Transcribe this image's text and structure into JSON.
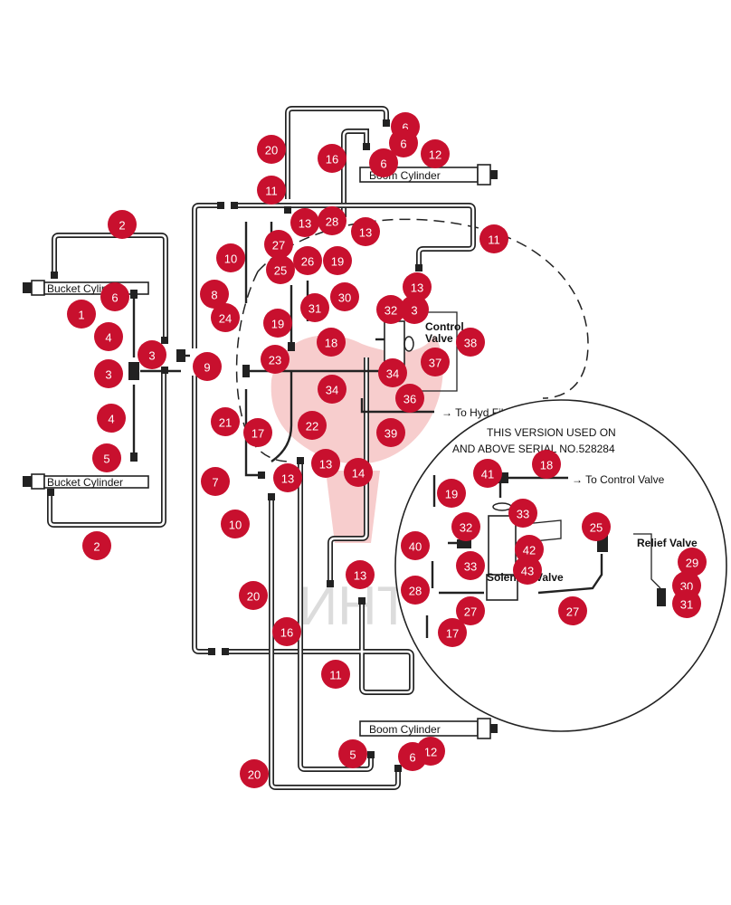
{
  "labels": {
    "boom_cylinder_top": "Boom Cylinder",
    "boom_cylinder_bottom": "Boom Cylinder",
    "bucket_cylinder_top": "Bucket Cylinder",
    "bucket_cylinder_bottom": "Bucket Cylinder",
    "control_valve_1": "Control",
    "control_valve_2": "Valve",
    "to_hyd_filter": "→ To Hyd.Filter",
    "version_note_1": "THIS VERSION USED ON",
    "version_note_2": "AND ABOVE SERIAL NO.528284",
    "to_control_valve": "→ To Control Valve",
    "relief_valve": "Relief Valve",
    "solenoid_valve": "Solenoid Valve"
  },
  "watermark": {
    "text": "ИНТЕХ"
  },
  "callouts": [
    {
      "n": "20"
    },
    {
      "n": "16"
    },
    {
      "n": "6"
    },
    {
      "n": "6"
    },
    {
      "n": "6"
    },
    {
      "n": "12"
    },
    {
      "n": "11"
    },
    {
      "n": "13"
    },
    {
      "n": "28"
    },
    {
      "n": "13"
    },
    {
      "n": "11"
    },
    {
      "n": "2"
    },
    {
      "n": "10"
    },
    {
      "n": "27"
    },
    {
      "n": "25"
    },
    {
      "n": "26"
    },
    {
      "n": "19"
    },
    {
      "n": "8"
    },
    {
      "n": "24"
    },
    {
      "n": "31"
    },
    {
      "n": "30"
    },
    {
      "n": "13"
    },
    {
      "n": "6"
    },
    {
      "n": "1"
    },
    {
      "n": "4"
    },
    {
      "n": "19"
    },
    {
      "n": "32"
    },
    {
      "n": "3"
    },
    {
      "n": "18"
    },
    {
      "n": "38"
    },
    {
      "n": "3"
    },
    {
      "n": "9"
    },
    {
      "n": "3"
    },
    {
      "n": "23"
    },
    {
      "n": "37"
    },
    {
      "n": "34"
    },
    {
      "n": "34"
    },
    {
      "n": "36"
    },
    {
      "n": "4"
    },
    {
      "n": "21"
    },
    {
      "n": "22"
    },
    {
      "n": "39"
    },
    {
      "n": "17"
    },
    {
      "n": "5"
    },
    {
      "n": "13"
    },
    {
      "n": "13"
    },
    {
      "n": "14"
    },
    {
      "n": "7"
    },
    {
      "n": "41"
    },
    {
      "n": "18"
    },
    {
      "n": "19"
    },
    {
      "n": "33"
    },
    {
      "n": "10"
    },
    {
      "n": "2"
    },
    {
      "n": "32"
    },
    {
      "n": "25"
    },
    {
      "n": "40"
    },
    {
      "n": "42"
    },
    {
      "n": "33"
    },
    {
      "n": "43"
    },
    {
      "n": "29"
    },
    {
      "n": "13"
    },
    {
      "n": "28"
    },
    {
      "n": "30"
    },
    {
      "n": "20"
    },
    {
      "n": "27"
    },
    {
      "n": "27"
    },
    {
      "n": "31"
    },
    {
      "n": "17"
    },
    {
      "n": "16"
    },
    {
      "n": "11"
    },
    {
      "n": "5"
    },
    {
      "n": "12"
    },
    {
      "n": "6"
    },
    {
      "n": "20"
    }
  ]
}
